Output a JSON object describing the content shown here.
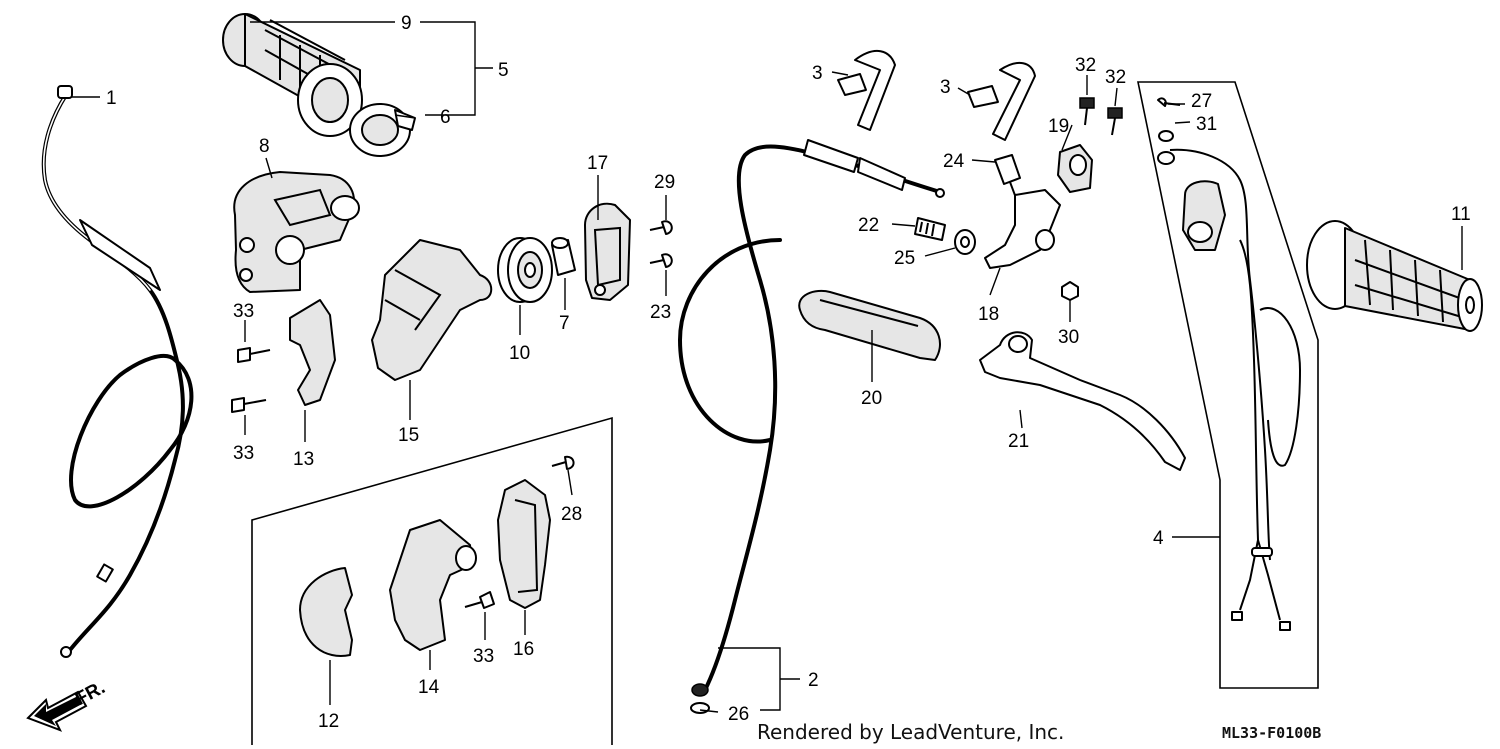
{
  "callouts": {
    "c1": "1",
    "c2": "2",
    "c3a": "3",
    "c3b": "3",
    "c4": "4",
    "c5": "5",
    "c6": "6",
    "c7": "7",
    "c8": "8",
    "c9": "9",
    "c10": "10",
    "c11": "11",
    "c12": "12",
    "c13": "13",
    "c14": "14",
    "c15": "15",
    "c16": "16",
    "c17": "17",
    "c18": "18",
    "c19": "19",
    "c20": "20",
    "c21": "21",
    "c22": "22",
    "c23": "23",
    "c24": "24",
    "c25": "25",
    "c26": "26",
    "c27": "27",
    "c28": "28",
    "c29": "29",
    "c30": "30",
    "c31": "31",
    "c32a": "32",
    "c32b": "32",
    "c33a": "33",
    "c33b": "33",
    "c33c": "33"
  },
  "direction_label": "FR.",
  "footer": {
    "credit": "Rendered by LeadVenture, Inc.",
    "code": "ML33-F0100B"
  }
}
